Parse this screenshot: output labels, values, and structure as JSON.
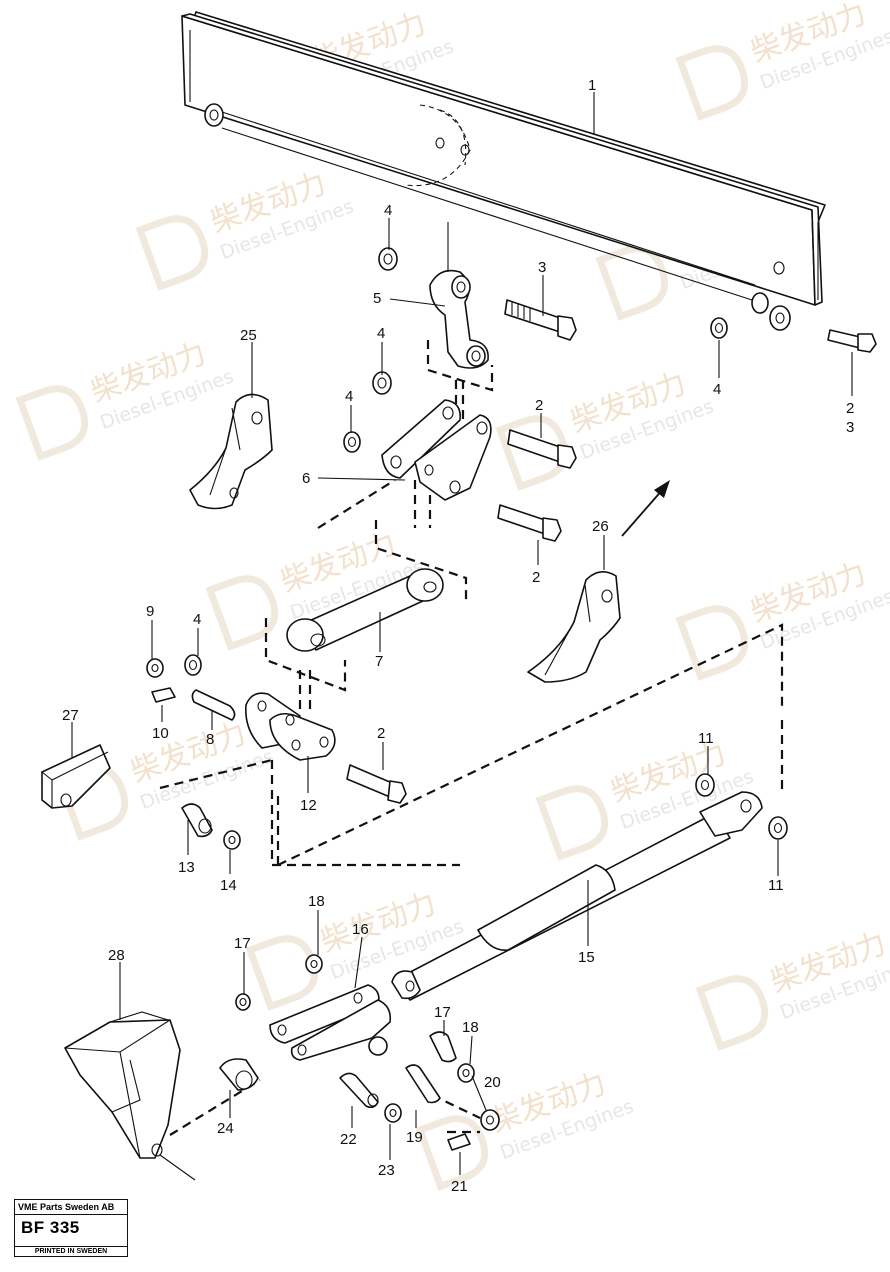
{
  "watermark": {
    "brand_cn": "柴发动力",
    "brand_en": "Diesel-Engines"
  },
  "callouts": {
    "p1": "1",
    "p2a": "2",
    "p2b": "2",
    "p2c": "2",
    "p2d": "2",
    "p3a": "3",
    "p3b": "3",
    "p4a": "4",
    "p4b": "4",
    "p4c": "4",
    "p4d": "4",
    "p4e": "4",
    "p5": "5",
    "p6": "6",
    "p7": "7",
    "p8": "8",
    "p9": "9",
    "p10": "10",
    "p11a": "11",
    "p11b": "11",
    "p12": "12",
    "p13": "13",
    "p14": "14",
    "p15": "15",
    "p16": "16",
    "p17a": "17",
    "p17b": "17",
    "p18a": "18",
    "p18b": "18",
    "p19": "19",
    "p20": "20",
    "p21": "21",
    "p22": "22",
    "p23": "23",
    "p24": "24",
    "p25": "25",
    "p26": "26",
    "p27": "27",
    "p28": "28"
  },
  "stamp": {
    "company": "VME Parts Sweden AB",
    "code": "BF 335",
    "printed": "PRINTED IN SWEDEN"
  }
}
